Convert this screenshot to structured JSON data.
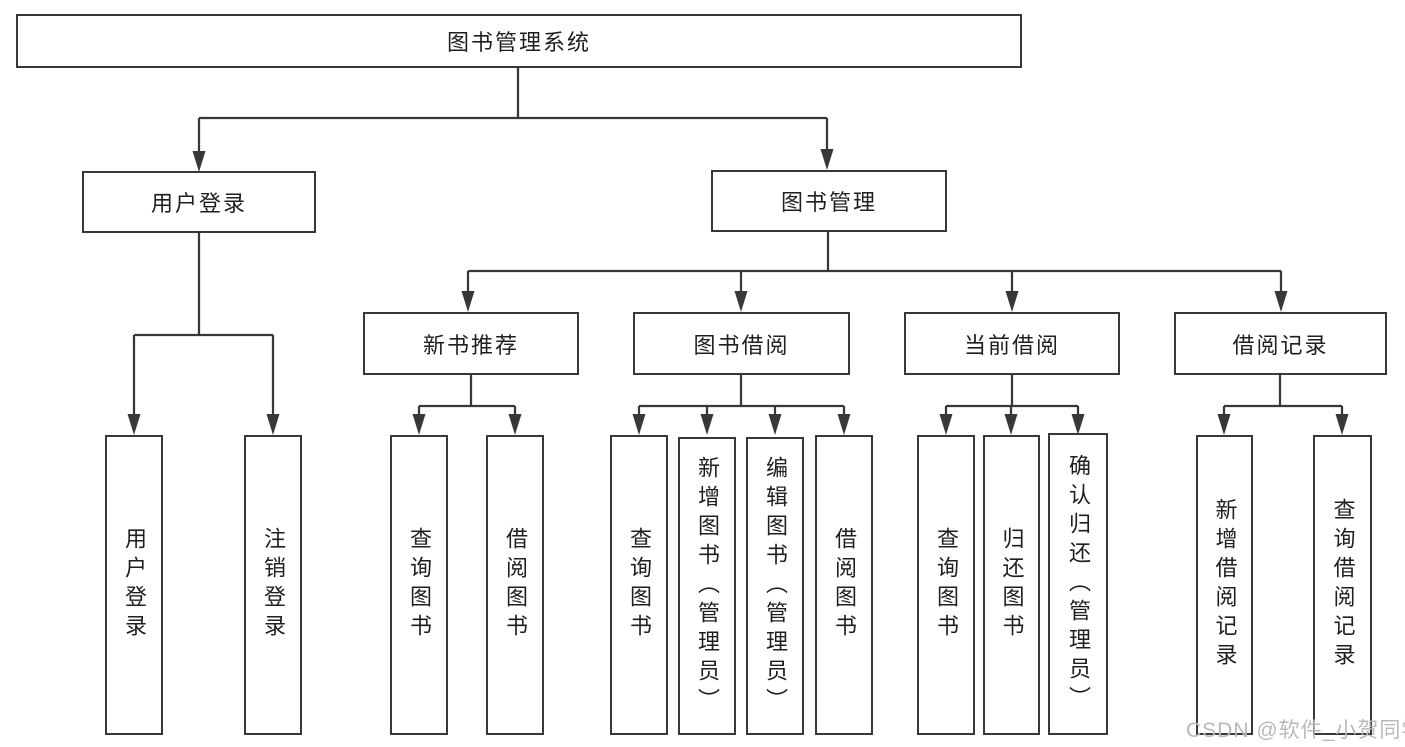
{
  "diagram": {
    "tree": {
      "root": {
        "label": "图书管理系统",
        "children": [
          {
            "label": "用户登录",
            "children": [
              {
                "label": "用户登录"
              },
              {
                "label": "注销登录"
              }
            ]
          },
          {
            "label": "图书管理",
            "children": [
              {
                "label": "新书推荐",
                "children": [
                  {
                    "label": "查询图书"
                  },
                  {
                    "label": "借阅图书"
                  }
                ]
              },
              {
                "label": "图书借阅",
                "children": [
                  {
                    "label": "查询图书"
                  },
                  {
                    "label": "新增图书（管理员）"
                  },
                  {
                    "label": "编辑图书（管理员）"
                  },
                  {
                    "label": "借阅图书"
                  }
                ]
              },
              {
                "label": "当前借阅",
                "children": [
                  {
                    "label": "查询图书"
                  },
                  {
                    "label": "归还图书"
                  },
                  {
                    "label": "确认归还（管理员）"
                  }
                ]
              },
              {
                "label": "借阅记录",
                "children": [
                  {
                    "label": "新增借阅记录"
                  },
                  {
                    "label": "查询借阅记录"
                  }
                ]
              }
            ]
          }
        ]
      }
    },
    "colors": {
      "line": "#383838",
      "text": "#1f1f1f",
      "background": "#ffffff",
      "watermark": "#b9b9b9"
    }
  },
  "watermark": {
    "text": "CSDN @软件_小贺同学"
  }
}
